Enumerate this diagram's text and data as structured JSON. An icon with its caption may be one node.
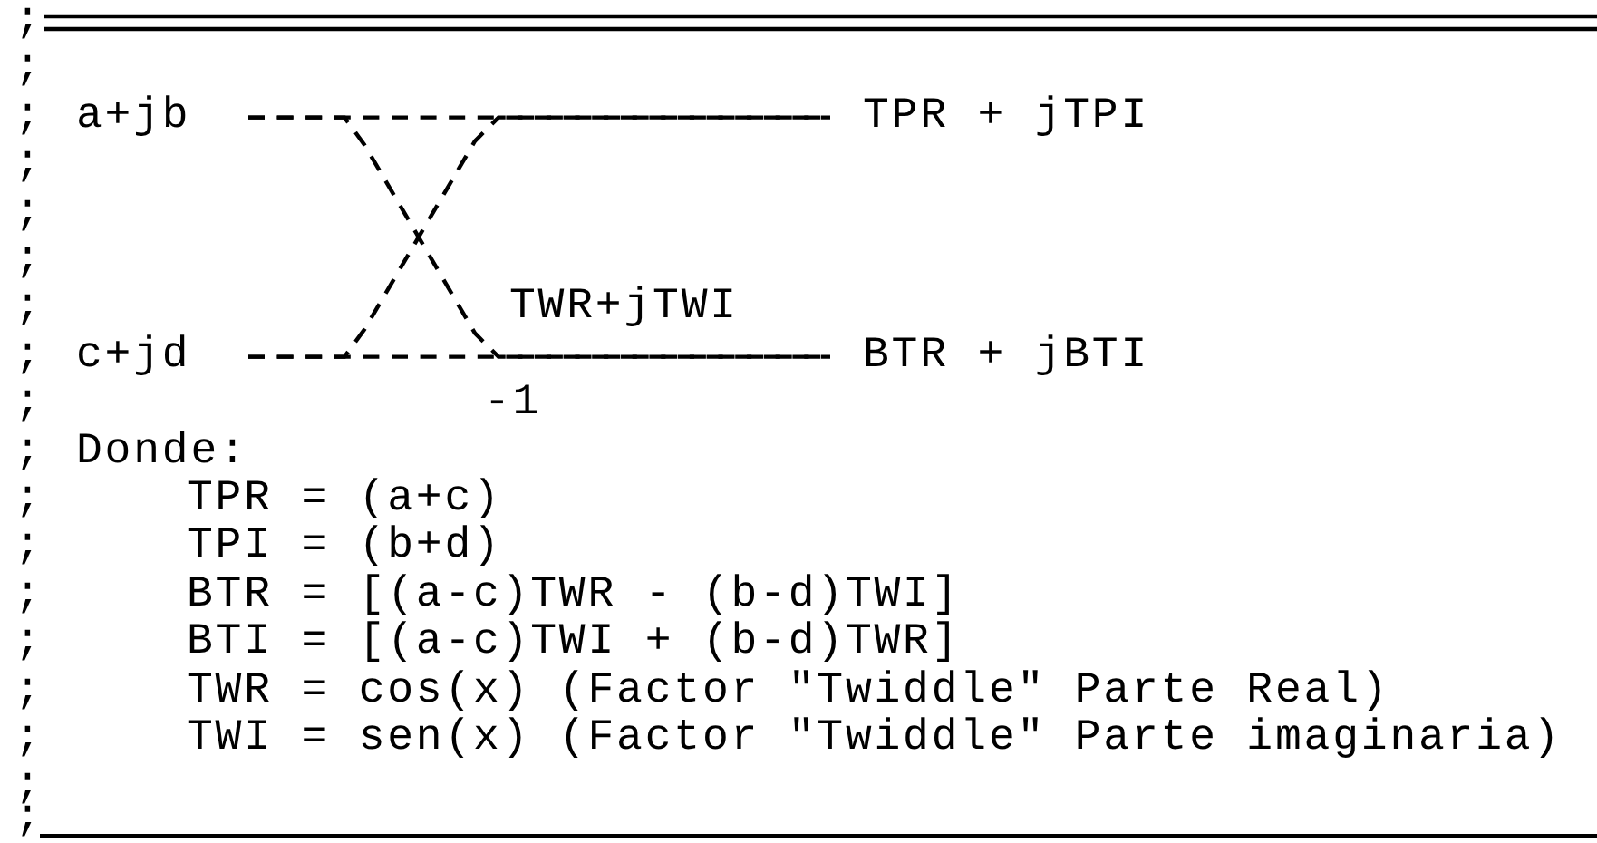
{
  "diagram": {
    "nodes": [
      {
        "text": [
          "a+jb"
        ]
      },
      {
        "text": [
          "TPR + jTPI"
        ]
      },
      {
        "text": [
          "c+jd"
        ]
      },
      {
        "text": [
          "BTR + jBTI"
        ]
      }
    ],
    "edges": [
      {
        "from": 0,
        "to": 1,
        "arrow": "none"
      },
      {
        "from": 2,
        "to": 3,
        "arrow": "none"
      },
      {
        "from": 0,
        "to": 3,
        "arrow": "none"
      },
      {
        "from": 2,
        "to": 1,
        "arrow": "none"
      }
    ],
    "labels": [
      ";",
      ";",
      ";",
      ";",
      ";",
      ";",
      ";",
      "TWR+jTWI",
      ";",
      ";",
      "-1",
      ";",
      "Donde:",
      ";",
      "TPR = (a+c)",
      ";",
      "TPI = (b+d)",
      ";",
      "BTR = [(a-c)TWR - (b-d)TWI]",
      ";",
      "BTI = [(a-c)TWI + (b-d)TWR]",
      ";",
      "TWR = cos(x) (Factor \"Twiddle\" Parte Real)",
      ";",
      "TWI = sen(x) (Factor \"Twiddle\" Parte imaginaria)",
      ";",
      ";"
    ]
  }
}
